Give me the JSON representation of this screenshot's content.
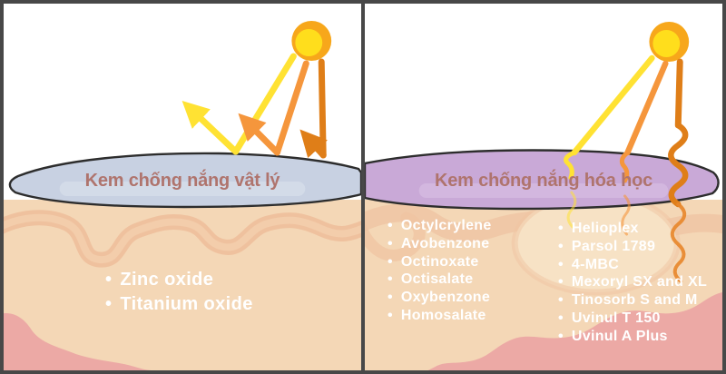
{
  "bullet": "•",
  "panels": {
    "left": {
      "label": "Kem chống nắng vật lý",
      "ingredients": [
        "Zinc oxide",
        "Titanium oxide"
      ]
    },
    "right": {
      "label": "Kem chống nắng hóa học",
      "ingredients_col1": [
        "Octylcrylene",
        "Avobenzone",
        "Octinoxate",
        "Octisalate",
        "Oxybenzone",
        "Homosalate"
      ],
      "ingredients_col2": [
        "Helioplex",
        "Parsol 1789",
        "4-MBC",
        "Mexoryl SX and XL",
        "Tinosorb S and M",
        "Uvinul T 150",
        "Uvinul A Plus"
      ]
    }
  },
  "colors": {
    "frame": "#484848",
    "sky": "#FFFFFF",
    "physical_layer": "#C8D1E2",
    "chemical_layer": "#C9A9D7",
    "label_text": "#AF746D",
    "skin_base": "#F4D7B6",
    "skin_texture": "#EFC19E",
    "skin_pink": "#ECA9A5",
    "skin_cream_blob": "#F7E2C5",
    "sun_outer": "#F7A71B",
    "sun_inner": "#FFDE1C",
    "ray_yellow": "#FFE233",
    "ray_orange": "#F5963C",
    "ray_dark_orange": "#DF7E18",
    "list_text": "#FFFFFF"
  },
  "icons": {
    "sun": "filled double circle",
    "reflected-ray": "bent arrow bouncing off layer",
    "absorbed-ray": "wavy line penetrating layer",
    "bullet": "•"
  }
}
